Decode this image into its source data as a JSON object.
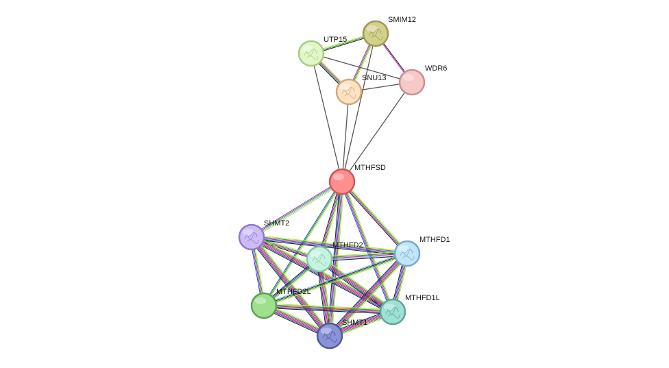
{
  "nodes": [
    {
      "id": "SMIM12",
      "label": "SMIM12",
      "color": "#d2d28c",
      "stroke": "#9a9a50",
      "icon": "structure-icon"
    },
    {
      "id": "UTP15",
      "label": "UTP15",
      "color": "#e0f7c8",
      "stroke": "#a8cc80",
      "icon": "structure-icon"
    },
    {
      "id": "WDR6",
      "label": "WDR6",
      "color": "#f6c8c8",
      "stroke": "#c89090",
      "icon": "none"
    },
    {
      "id": "SNU13",
      "label": "SNU13",
      "color": "#fde2c4",
      "stroke": "#d0a878",
      "icon": "structure-icon"
    },
    {
      "id": "MTHFSD",
      "label": "MTHFSD",
      "color": "#ff8e8e",
      "stroke": "#c85858",
      "icon": "none"
    },
    {
      "id": "SHMT2",
      "label": "SHMT2",
      "color": "#cdbcf8",
      "stroke": "#9078cc",
      "icon": "structure-icon"
    },
    {
      "id": "MTHFD2",
      "label": "MTHFD2",
      "color": "#c8f2e0",
      "stroke": "#80c8a8",
      "icon": "structure-icon"
    },
    {
      "id": "MTHFD1",
      "label": "MTHFD1",
      "color": "#c2e6f8",
      "stroke": "#78a8cc",
      "icon": "structure-icon"
    },
    {
      "id": "MTHFD2L",
      "label": "MTHFD2L",
      "color": "#9ee08e",
      "stroke": "#5ca052",
      "icon": "none"
    },
    {
      "id": "MTHFD1L",
      "label": "MTHFD1L",
      "color": "#9ee0d2",
      "stroke": "#58a898",
      "icon": "structure-icon"
    },
    {
      "id": "SHMT1",
      "label": "SHMT1",
      "color": "#8a92d8",
      "stroke": "#5058a0",
      "icon": "structure-icon"
    }
  ],
  "edge_colors": {
    "green": "#2aa02a",
    "red": "#e02020",
    "blue": "#2050e0",
    "black": "#222222",
    "magenta": "#c020c0",
    "yellowgreen": "#c0e050",
    "lightblue": "#80b8ff",
    "grey": "#555555"
  },
  "edges": [
    {
      "source": "UTP15",
      "target": "SMIM12",
      "types": [
        "yellowgreen",
        "green",
        "black"
      ]
    },
    {
      "source": "UTP15",
      "target": "SNU13",
      "types": [
        "yellowgreen",
        "magenta",
        "green",
        "black"
      ]
    },
    {
      "source": "SMIM12",
      "target": "SNU13",
      "types": [
        "yellowgreen",
        "green",
        "magenta"
      ]
    },
    {
      "source": "SMIM12",
      "target": "WDR6",
      "types": [
        "black",
        "magenta"
      ]
    },
    {
      "source": "UTP15",
      "target": "WDR6",
      "types": [
        "grey"
      ]
    },
    {
      "source": "SNU13",
      "target": "WDR6",
      "types": [
        "grey"
      ]
    },
    {
      "source": "UTP15",
      "target": "MTHFSD",
      "types": [
        "grey"
      ]
    },
    {
      "source": "SMIM12",
      "target": "MTHFSD",
      "types": [
        "grey"
      ]
    },
    {
      "source": "SNU13",
      "target": "MTHFSD",
      "types": [
        "grey"
      ]
    },
    {
      "source": "WDR6",
      "target": "MTHFSD",
      "types": [
        "grey"
      ]
    },
    {
      "source": "MTHFSD",
      "target": "SHMT2",
      "types": [
        "yellowgreen",
        "lightblue",
        "green",
        "magenta"
      ]
    },
    {
      "source": "MTHFSD",
      "target": "MTHFD2",
      "types": [
        "yellowgreen",
        "green",
        "magenta",
        "black"
      ]
    },
    {
      "source": "MTHFSD",
      "target": "MTHFD1",
      "types": [
        "yellowgreen",
        "green",
        "magenta",
        "black"
      ]
    },
    {
      "source": "MTHFSD",
      "target": "MTHFD2L",
      "types": [
        "yellowgreen",
        "green",
        "blue"
      ]
    },
    {
      "source": "MTHFSD",
      "target": "MTHFD1L",
      "types": [
        "yellowgreen",
        "green",
        "magenta",
        "blue"
      ]
    },
    {
      "source": "MTHFSD",
      "target": "SHMT1",
      "types": [
        "yellowgreen",
        "green",
        "magenta",
        "blue",
        "black"
      ]
    },
    {
      "source": "SHMT2",
      "target": "MTHFD2",
      "types": [
        "yellowgreen",
        "green",
        "magenta",
        "black"
      ]
    },
    {
      "source": "SHMT2",
      "target": "MTHFD1",
      "types": [
        "yellowgreen",
        "green",
        "magenta",
        "blue",
        "black"
      ]
    },
    {
      "source": "SHMT2",
      "target": "MTHFD2L",
      "types": [
        "yellowgreen",
        "green",
        "magenta",
        "blue"
      ]
    },
    {
      "source": "SHMT2",
      "target": "MTHFD1L",
      "types": [
        "yellowgreen",
        "green",
        "magenta",
        "red",
        "blue",
        "black"
      ]
    },
    {
      "source": "SHMT2",
      "target": "SHMT1",
      "types": [
        "yellowgreen",
        "green",
        "magenta",
        "red",
        "blue",
        "black"
      ]
    },
    {
      "source": "MTHFD2",
      "target": "MTHFD1",
      "types": [
        "yellowgreen",
        "green",
        "magenta",
        "lightblue",
        "black"
      ]
    },
    {
      "source": "MTHFD2",
      "target": "MTHFD2L",
      "types": [
        "yellowgreen",
        "green",
        "blue",
        "black"
      ]
    },
    {
      "source": "MTHFD2",
      "target": "MTHFD1L",
      "types": [
        "yellowgreen",
        "green",
        "magenta",
        "red",
        "blue",
        "black"
      ]
    },
    {
      "source": "MTHFD2",
      "target": "SHMT1",
      "types": [
        "yellowgreen",
        "green",
        "magenta",
        "red",
        "blue",
        "black"
      ]
    },
    {
      "source": "MTHFD1",
      "target": "MTHFD2L",
      "types": [
        "yellowgreen",
        "green",
        "black",
        "lightblue"
      ]
    },
    {
      "source": "MTHFD1",
      "target": "MTHFD1L",
      "types": [
        "yellowgreen",
        "green",
        "magenta",
        "blue",
        "black"
      ]
    },
    {
      "source": "MTHFD1",
      "target": "SHMT1",
      "types": [
        "yellowgreen",
        "green",
        "magenta",
        "red",
        "blue",
        "black"
      ]
    },
    {
      "source": "MTHFD2L",
      "target": "MTHFD1L",
      "types": [
        "yellowgreen",
        "green",
        "red",
        "blue",
        "black"
      ]
    },
    {
      "source": "MTHFD2L",
      "target": "SHMT1",
      "types": [
        "yellowgreen",
        "green",
        "magenta",
        "red",
        "blue",
        "black"
      ]
    },
    {
      "source": "MTHFD1L",
      "target": "SHMT1",
      "types": [
        "yellowgreen",
        "green",
        "magenta",
        "red",
        "blue",
        "black"
      ]
    }
  ]
}
